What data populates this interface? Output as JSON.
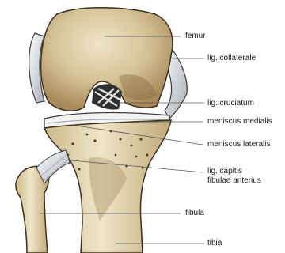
{
  "labels": {
    "femur": "femur",
    "lig_collaterale": "lig. collaterale",
    "lig_cruciatum": "lig. cruciatum",
    "meniscus_medialis": "meniscus medialis",
    "meniscus_lateralis": "meniscus lateralis",
    "lig_capitis_line1": "lig. capitis",
    "lig_capitis_line2": "fibulae anterius",
    "fibula": "fibula",
    "tibia": "tibia"
  }
}
